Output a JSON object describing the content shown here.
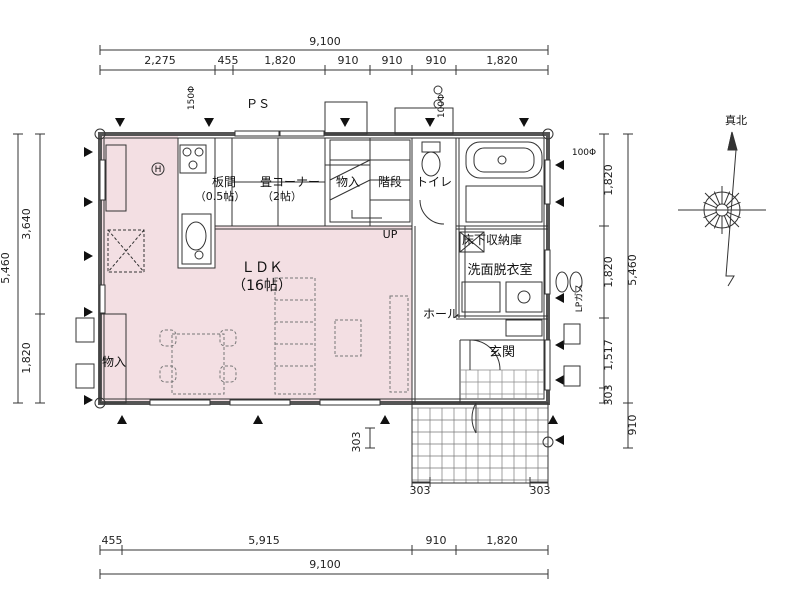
{
  "colors": {
    "ldk_fill": "#f3dfe3",
    "line": "#2a2a2a",
    "wall": "#555555",
    "marker": "#111111"
  },
  "dimensions": {
    "top_total": "9,100",
    "top_segments": [
      "2,275",
      "455",
      "1,820",
      "910",
      "910",
      "910",
      "1,820"
    ],
    "bottom_segments": [
      "455",
      "5,915",
      "910",
      "1,820"
    ],
    "bottom_total": "9,100",
    "left_total": "5,460",
    "left_segments": [
      "3,640",
      "1,820"
    ],
    "right_total": "5,460",
    "right_segments": [
      "1,820",
      "1,820",
      "1,517",
      "303",
      "910"
    ],
    "porch_left": "303",
    "porch_bottom_left": "303",
    "porch_bottom_right": "303"
  },
  "labels": {
    "ps": "ＰＳ",
    "pipe_150": "150Φ",
    "pipe_100_top": "100Φ",
    "pipe_100_right": "100Φ",
    "north": "真北",
    "up": "UP",
    "lp_gas": "LPガス",
    "h_mark": "H"
  },
  "rooms": {
    "ldk_name": "ＬＤＫ",
    "ldk_size": "（16帖）",
    "itama": "板間",
    "itama_size": "（0.5帖）",
    "tatami": "畳コーナー",
    "tatami_size": "（2帖）",
    "storage_top": "物入",
    "stairs": "階段",
    "toilet": "トイレ",
    "floor_storage": "床下収納庫",
    "washroom": "洗面脱衣室",
    "hall": "ホール",
    "entrance": "玄関",
    "storage_left": "物入"
  }
}
